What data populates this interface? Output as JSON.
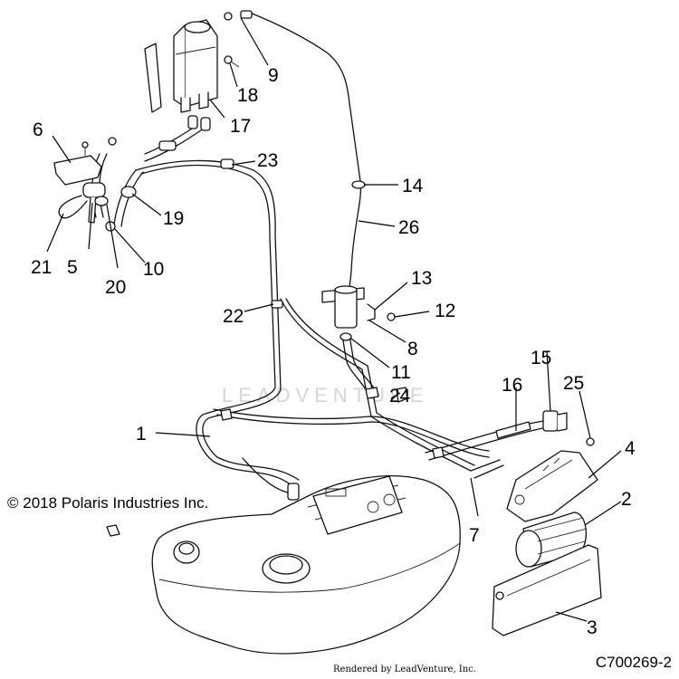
{
  "diagram": {
    "copyright": "© 2018 Polaris Industries Inc.",
    "diagram_code": "C700269-2",
    "render_credit": "Rendered by LeadVenture, Inc.",
    "watermark": "LEADVENTURE",
    "callouts": [
      "1",
      "2",
      "3",
      "4",
      "5",
      "6",
      "7",
      "8",
      "9",
      "10",
      "11",
      "12",
      "13",
      "14",
      "15",
      "16",
      "17",
      "18",
      "19",
      "20",
      "21",
      "22",
      "23",
      "24",
      "25",
      "26"
    ]
  }
}
